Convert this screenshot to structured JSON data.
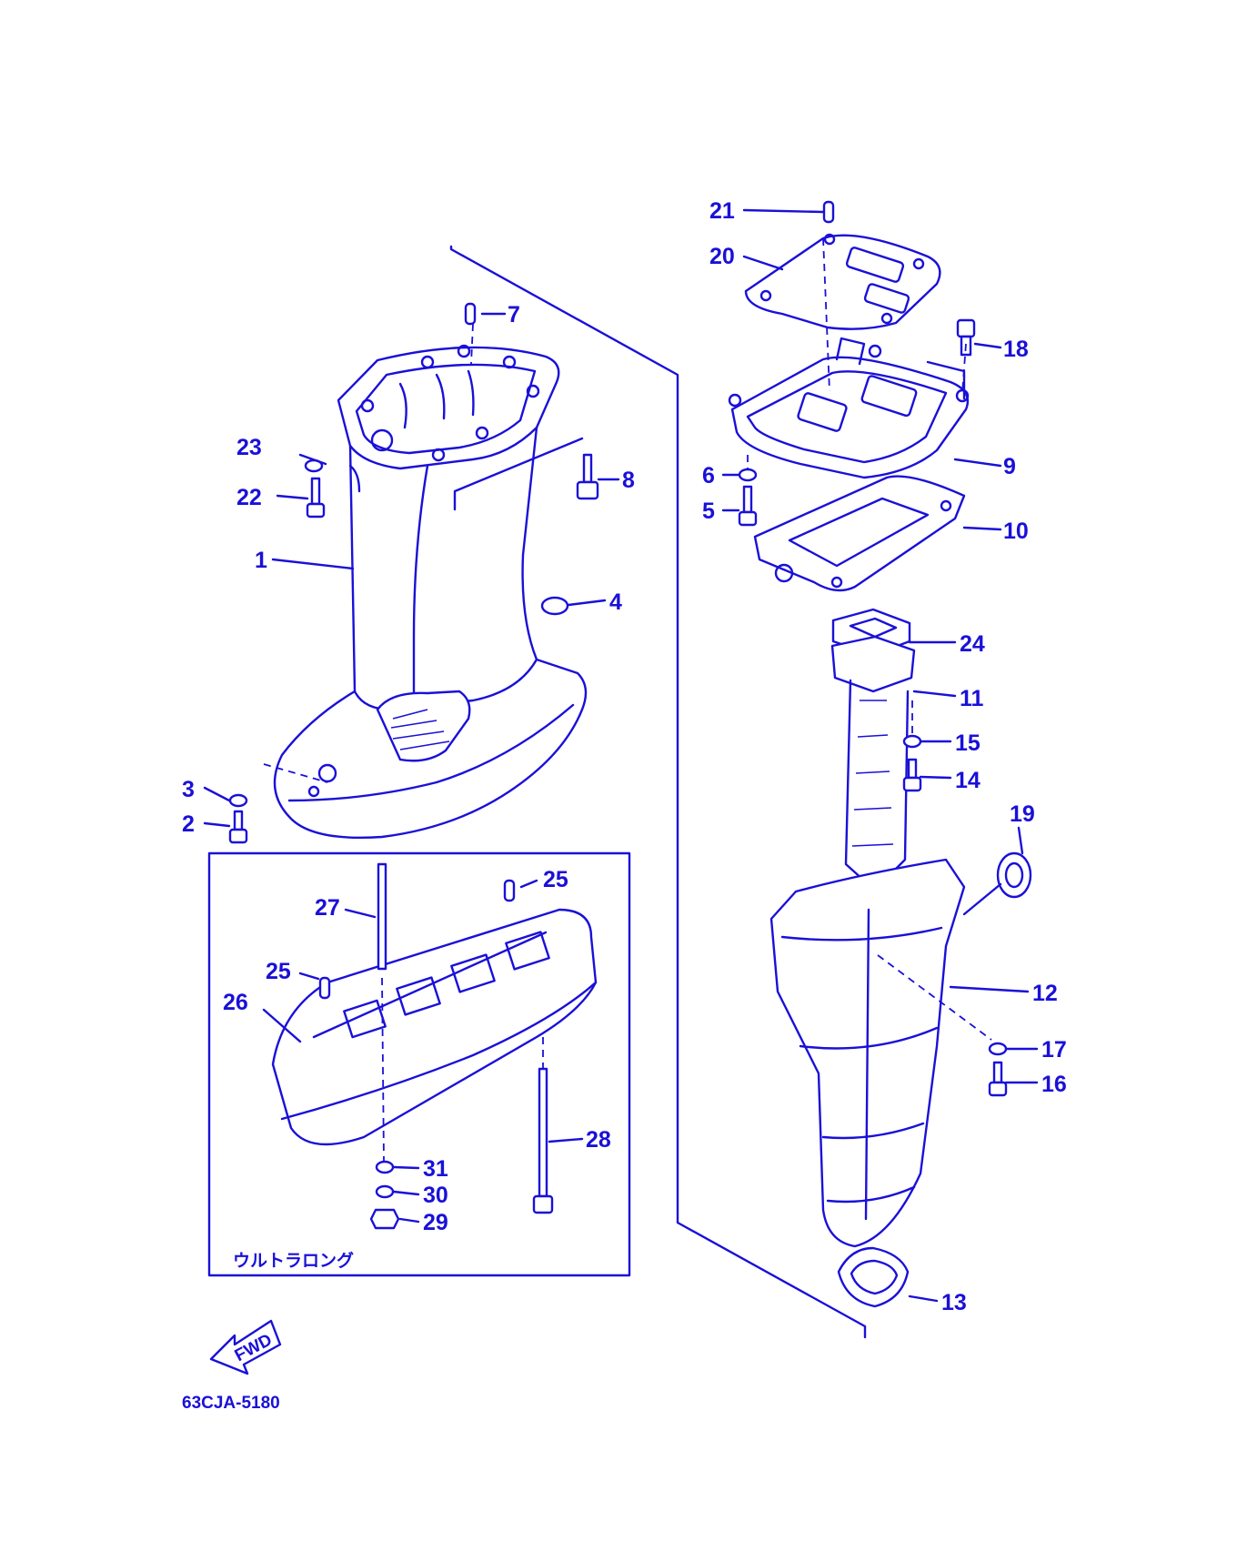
{
  "diagram": {
    "part_number": "63CJA-5180",
    "inset_caption": "ウルトラロング",
    "fwd_arrow_label": "FWD",
    "colors": {
      "ink": "#1a10d8",
      "background": "#ffffff"
    },
    "callouts": {
      "c1": "1",
      "c2": "2",
      "c3": "3",
      "c4": "4",
      "c5": "5",
      "c6": "6",
      "c7": "7",
      "c8": "8",
      "c9": "9",
      "c10": "10",
      "c11": "11",
      "c12": "12",
      "c13": "13",
      "c14": "14",
      "c15": "15",
      "c16": "16",
      "c17": "17",
      "c18": "18",
      "c19": "19",
      "c20": "20",
      "c21": "21",
      "c22": "22",
      "c23": "23",
      "c24": "24",
      "c25a": "25",
      "c25b": "25",
      "c26": "26",
      "c27": "27",
      "c28": "28",
      "c29": "29",
      "c30": "30",
      "c31": "31"
    }
  }
}
